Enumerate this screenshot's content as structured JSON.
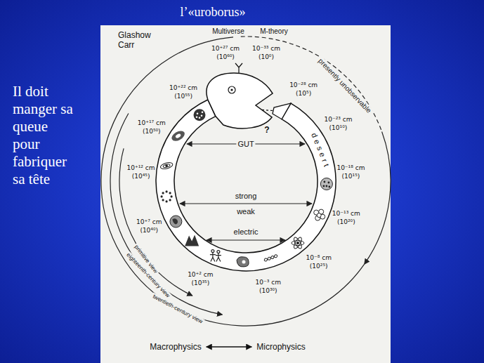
{
  "diagram": {
    "title": "l’«uroborus»",
    "nodes": [
      {
        "text": [
          "Macrophysics"
        ]
      },
      {
        "text": [
          "Microphysics"
        ]
      }
    ],
    "edges": [
      {
        "from": 0,
        "to": 1,
        "arrow": "both"
      }
    ],
    "labels": [
      "Il doit manger sa queue pour fabriquer sa tête",
      "Glashow",
      "Carr",
      "Multiverse",
      "M-theory",
      "presently unobservable",
      "10⁺²⁷ cm",
      "(10⁶⁰)",
      "10⁻³³ cm",
      "(10⁰)",
      "10⁻²⁸ cm",
      "(10⁵)",
      "10⁻²³ cm",
      "(10¹⁰)",
      "10⁻¹⁸ cm",
      "(10¹⁵)",
      "10⁻¹³ cm",
      "(10²⁰)",
      "10⁻⁸ cm",
      "(10²⁵)",
      "10⁻³ cm",
      "(10³⁰)",
      "10⁺² cm",
      "(10³⁵)",
      "10⁺⁷ cm",
      "(10⁴⁰)",
      "10⁺¹² cm",
      "(10⁴⁵)",
      "10⁺¹⁷ cm",
      "(10⁵⁰)",
      "10⁺²² cm",
      "(10⁵⁵)",
      "GUT",
      "desert",
      "?",
      "strong",
      "weak",
      "electric",
      "primitive view",
      "eighteenth-century view",
      "twentieth-century view"
    ]
  }
}
